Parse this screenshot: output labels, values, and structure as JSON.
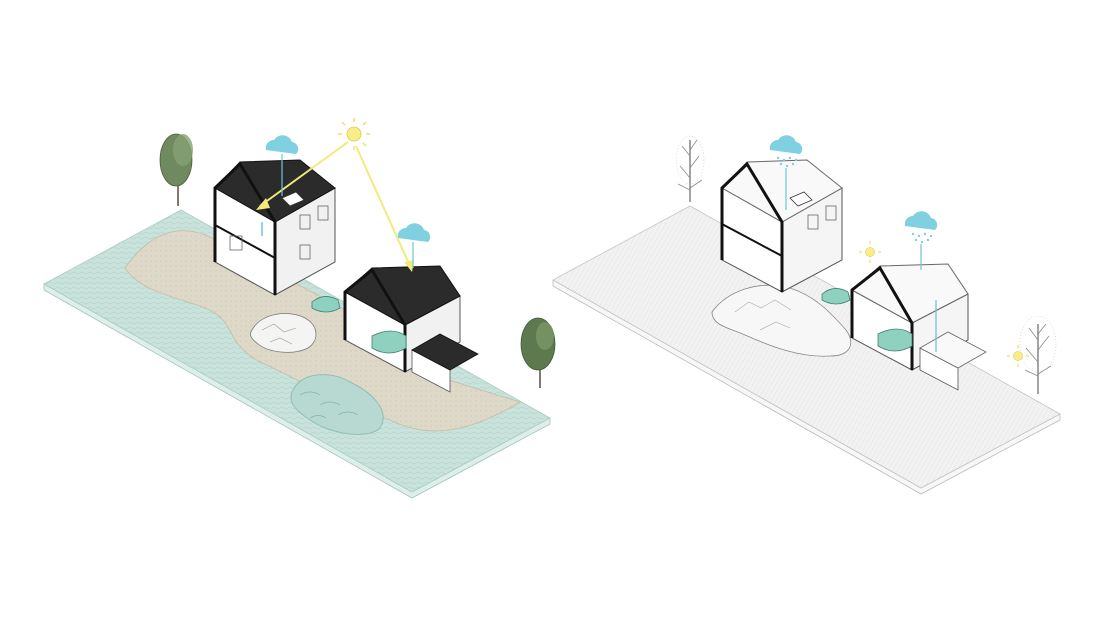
{
  "scenes": [
    {
      "id": "left",
      "variant": "summer",
      "sun_rays": true,
      "rain": false,
      "landscape": [
        "pond",
        "lake",
        "rock-mound",
        "tree",
        "tree"
      ]
    },
    {
      "id": "right",
      "variant": "winter",
      "sun_rays": false,
      "rain": true,
      "landscape": [
        "snow-mound",
        "bare-tree",
        "bare-tree",
        "small-sun",
        "small-sun"
      ]
    }
  ],
  "colors": {
    "ground_summer": "#c9e3dc",
    "ground_summer_edge": "#a6cfc5",
    "sand": "#ddd8c8",
    "pond": "#b8d9d1",
    "ground_winter": "#f2f2f2",
    "roof": "#2b2b2b",
    "wall": "#ffffff",
    "wall_shade": "#f1f1f1",
    "line": "#555555",
    "section": "#111111",
    "cloud": "#7fd0e0",
    "water": "#6cc5d6",
    "sun": "#f2ea7a",
    "tree_green": "#5d7a4e",
    "tree_bare": "#8a8a8a",
    "accent_green": "#8fd1bf"
  }
}
